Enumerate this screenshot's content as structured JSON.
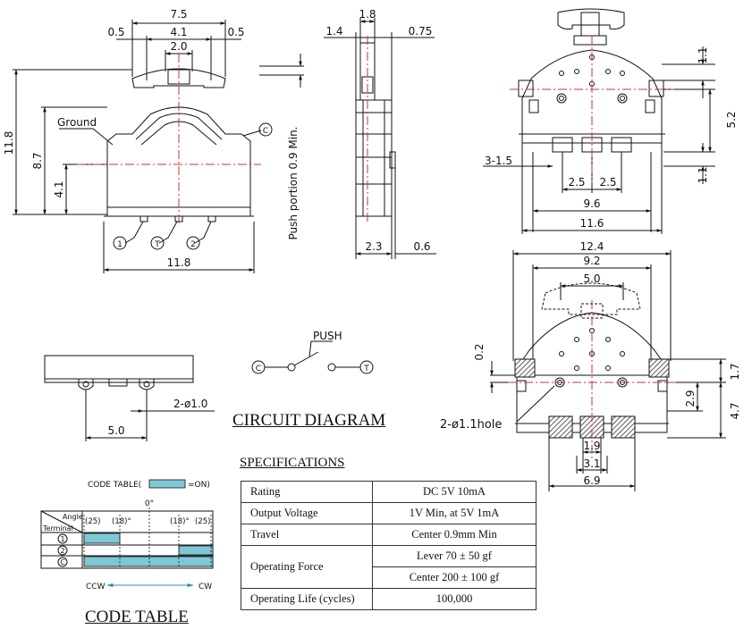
{
  "dims": {
    "side_top_7_5": "7.5",
    "side_top_0_5_left": "0.5",
    "side_top_4_1": "4.1",
    "side_top_0_5_right": "0.5",
    "side_top_2_0": "2.0",
    "side_left_11_8": "11.8",
    "side_left_8_7": "8.7",
    "side_left_4_1": "4.1",
    "ground": "Ground",
    "term_c": "C",
    "term_1": "1",
    "term_t": "T",
    "term_2": "2",
    "side_bottom_11_8": "11.8",
    "push_portion": "Push portion 0.9 Min.",
    "profile_1_8": "1.8",
    "profile_1_4": "1.4",
    "profile_0_75": "0.75",
    "profile_2_3": "2.3",
    "profile_0_6": "0.6",
    "rear_1_1_top": "1.1",
    "rear_5_2": "5.2",
    "rear_1_1_bottom": "1.1",
    "rear_3_1_5": "3-1.5",
    "rear_2_5_left": "2.5",
    "rear_2_5_right": "2.5",
    "rear_9_6": "9.6",
    "rear_11_6": "11.6",
    "pcb_12_4": "12.4",
    "pcb_9_2": "9.2",
    "pcb_5_0": "5.0",
    "pcb_0_2": "0.2",
    "pcb_1_7": "1.7",
    "pcb_2_9": "2.9",
    "pcb_4_7": "4.7",
    "pcb_hole": "2-ø1.1hole",
    "pcb_1_9": "1.9",
    "pcb_3_1": "3.1",
    "pcb_6_9": "6.9",
    "bottom_2_d1_0": "2-ø1.0",
    "bottom_5_0": "5.0"
  },
  "circuit": {
    "title": "CIRCUIT DIAGRAM",
    "push_label": "PUSH",
    "term_c": "C",
    "term_t": "T"
  },
  "code_table": {
    "title": "CODE TABLE",
    "legend_prefix": "CODE TABLE(",
    "legend_suffix": "=ON)",
    "angle_label": "Angle",
    "terminal_label": "Terminal",
    "deg_0": "0°",
    "col_25_left": "(25)",
    "col_18_left": "(18)°",
    "col_18_right": "(18)°",
    "col_25_right": "(25)",
    "row_1": "1",
    "row_2": "2",
    "row_c": "C",
    "ccw": "CCW",
    "cw": "CW",
    "on_color": "#7ec8d6"
  },
  "specifications": {
    "title": "SPECIFICATIONS",
    "rows": [
      {
        "key": "Rating",
        "value": "DC 5V 10mA"
      },
      {
        "key": "Output Voltage",
        "value": "1V Min, at 5V 1mA"
      },
      {
        "key": "Travel",
        "value": "Center 0.9mm Min"
      },
      {
        "key": "Operating Force",
        "value": "Lever  70 ± 50 gf"
      },
      {
        "key": "",
        "value": "Center  200 ± 100 gf"
      },
      {
        "key": "Operating Life (cycles)",
        "value": "100,000"
      }
    ]
  },
  "colors": {
    "center_line": "#d23030",
    "line": "#111111",
    "on_fill": "#7ec8d6"
  }
}
